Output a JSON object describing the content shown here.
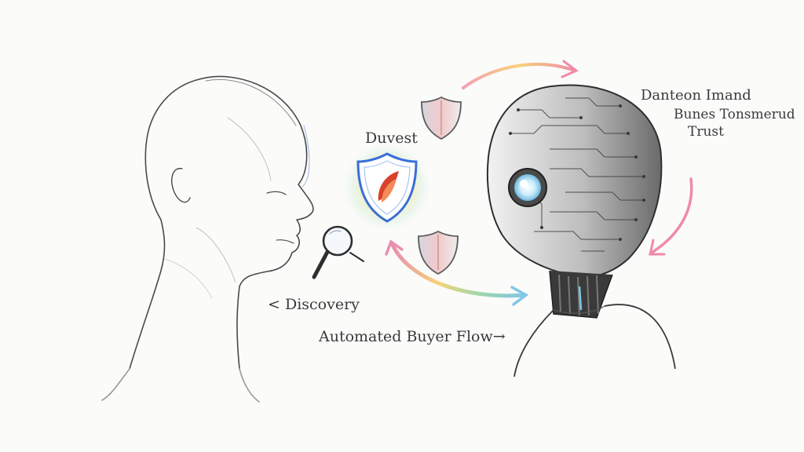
{
  "labels": {
    "shield_center": "Duvest",
    "top_right_line1": "Danteon Imand",
    "top_right_line2": "Bunes Tonsmerud",
    "top_right_line3": "Trust",
    "discovery": "< Discovery",
    "automated_flow": "Automated Buyer Flow→"
  },
  "icons": {
    "human": "human-head-profile-sketch",
    "robot": "robot-head-circuit-sketch",
    "shield_glow": "glowing-shield-icon",
    "shield_top": "shield-icon",
    "shield_bottom": "shield-icon",
    "magnifier": "magnifying-glass-icon"
  },
  "colors": {
    "background": "#fbfbfa",
    "pencil": "#4a4a4a",
    "glow_yellow": "#f7e27a",
    "shield_blue": "#3a6fd8",
    "shield_red": "#d9412a",
    "arrow_pink": "#f08aa8",
    "arrow_cyan": "#7ec8e8",
    "eye_blue": "#9fd8f5"
  }
}
